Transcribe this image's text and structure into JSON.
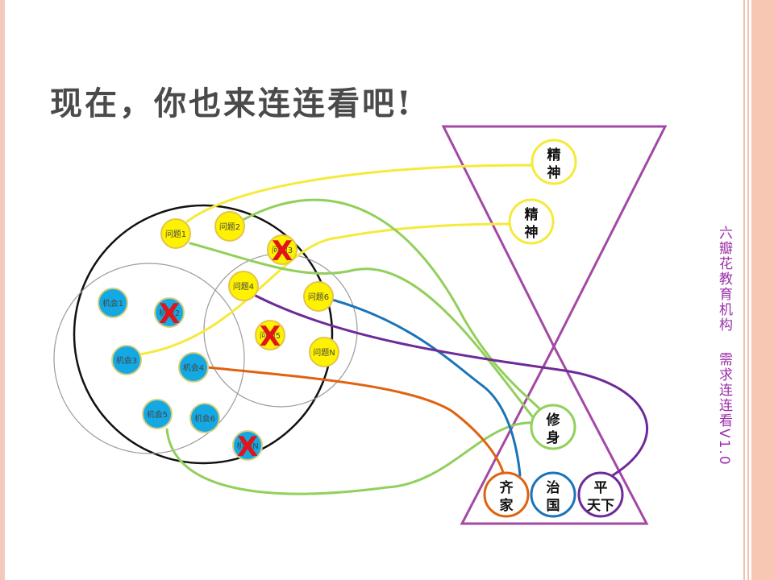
{
  "slide": {
    "title": "现在，你也来连连看吧!",
    "side_note_part1": "六瓣花教育机构",
    "side_note_part2": "需求连连看V1.0"
  },
  "colors": {
    "yellow_line": "#f5ea3a",
    "green_line": "#92cf5b",
    "blue_line": "#1b74b8",
    "orange_line": "#e0620f",
    "purple_line": "#6d2a98",
    "triangle": "#a349a4",
    "problem_fill": "#fff200",
    "chance_fill": "#15a9e3",
    "cross": "#e0141b"
  },
  "problems": [
    {
      "id": "p1",
      "label": "问题1",
      "crossed": false
    },
    {
      "id": "p2",
      "label": "问题2",
      "crossed": false
    },
    {
      "id": "p3",
      "label": "问题3",
      "crossed": true
    },
    {
      "id": "p4",
      "label": "问题4",
      "crossed": false
    },
    {
      "id": "p5",
      "label": "问题5",
      "crossed": true
    },
    {
      "id": "p6",
      "label": "问题6",
      "crossed": false
    },
    {
      "id": "pN",
      "label": "问题N",
      "crossed": false
    }
  ],
  "chances": [
    {
      "id": "c1",
      "label": "机会1",
      "crossed": false
    },
    {
      "id": "c2",
      "label": "机会2",
      "crossed": true
    },
    {
      "id": "c3",
      "label": "机会3",
      "crossed": false
    },
    {
      "id": "c4",
      "label": "机会4",
      "crossed": false
    },
    {
      "id": "c5",
      "label": "机会5",
      "crossed": false
    },
    {
      "id": "c6",
      "label": "机会6",
      "crossed": false
    },
    {
      "id": "cN",
      "label": "机会N",
      "crossed": true
    }
  ],
  "cross_mark": "X",
  "goals": [
    {
      "id": "spirit1",
      "line1": "精",
      "line2": "神",
      "color": "#f5ea3a"
    },
    {
      "id": "spirit2",
      "line1": "精",
      "line2": "神",
      "color": "#f5ea3a"
    },
    {
      "id": "xiushen",
      "line1": "修",
      "line2": "身",
      "color": "#92cf5b"
    },
    {
      "id": "qijia",
      "line1": "齐",
      "line2": "家",
      "color": "#e0620f"
    },
    {
      "id": "zhiguo",
      "line1": "治",
      "line2": "国",
      "color": "#1b74b8"
    },
    {
      "id": "pingtianxia",
      "line1": "平",
      "line2": "天下",
      "color": "#6d2a98"
    }
  ],
  "connections": [
    {
      "from": "p1",
      "to": "spirit1",
      "color": "#f5ea3a"
    },
    {
      "from": "c3",
      "to": "spirit2",
      "color": "#f5ea3a"
    },
    {
      "from": "p1",
      "to": "xiushen",
      "color": "#92cf5b"
    },
    {
      "from": "p2",
      "to": "xiushen",
      "color": "#92cf5b"
    },
    {
      "from": "c5",
      "to": "xiushen",
      "color": "#92cf5b"
    },
    {
      "from": "p6",
      "to": "zhiguo",
      "color": "#1b74b8"
    },
    {
      "from": "c4",
      "to": "qijia",
      "color": "#e0620f"
    },
    {
      "from": "p4",
      "to": "pingtianxia",
      "color": "#6d2a98"
    }
  ]
}
